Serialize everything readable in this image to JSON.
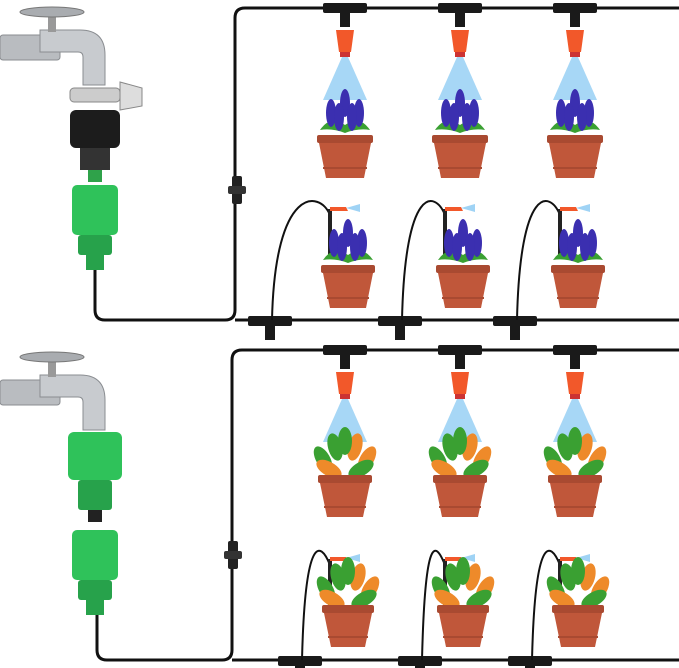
{
  "colors": {
    "tube": "#111111",
    "faucet_metal": "#b9bcc0",
    "connector_green": "#2fc25a",
    "connector_black": "#1c1c1c",
    "nozzle_orange": "#f2582a",
    "spray_blue": "#5fb6ef",
    "pot": "#c0573a",
    "flower_purple": "#3b2fb0",
    "leaf_green": "#3aa032",
    "leaf_orange": "#ee8a2a"
  },
  "panels": [
    {
      "flower_type": "purple-hyacinth",
      "connector_type": "black-faucet-adapter"
    },
    {
      "flower_type": "orange-leaf-plant",
      "connector_type": "green-faucet-adapter"
    }
  ],
  "icons": [
    "faucet-icon",
    "tee-connector-icon",
    "mist-nozzle-icon",
    "drip-stake-icon",
    "flower-pot-icon",
    "inline-valve-icon"
  ]
}
